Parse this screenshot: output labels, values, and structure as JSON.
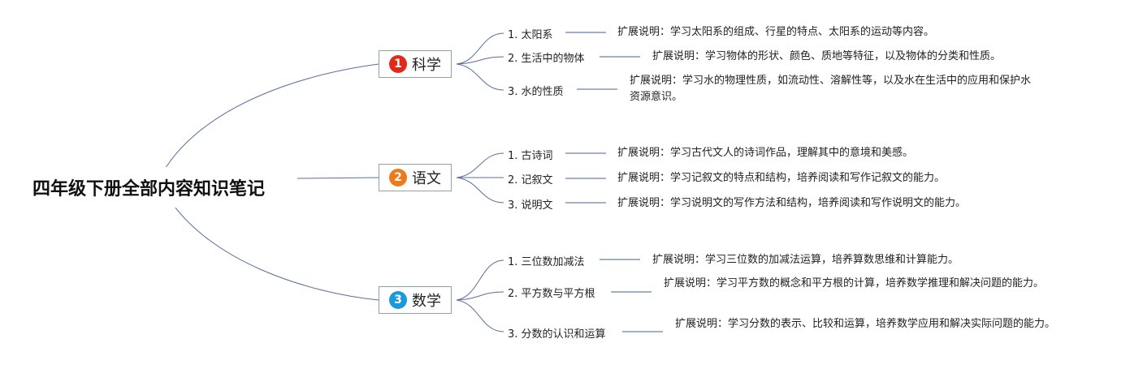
{
  "colors": {
    "line": "#5a6da0",
    "connector": "#6b7fb5",
    "border": "#8fa3a1"
  },
  "root": {
    "title": "四年级下册全部内容知识笔记"
  },
  "branches": [
    {
      "num": "1",
      "label": "科学",
      "color": "#e02a1a",
      "leaves": [
        {
          "label": "1. 太阳系",
          "desc": "扩展说明：学习太阳系的组成、行星的特点、太阳系的运动等内容。"
        },
        {
          "label": "2. 生活中的物体",
          "desc": "扩展说明：学习物体的形状、颜色、质地等特征，以及物体的分类和性质。"
        },
        {
          "label": "3. 水的性质",
          "desc": "扩展说明：学习水的物理性质，如流动性、溶解性等，以及水在生活中的应用和保护水资源意识。"
        }
      ]
    },
    {
      "num": "2",
      "label": "语文",
      "color": "#ee7a1c",
      "leaves": [
        {
          "label": "1. 古诗词",
          "desc": "扩展说明：学习古代文人的诗词作品，理解其中的意境和美感。"
        },
        {
          "label": "2. 记叙文",
          "desc": "扩展说明：学习记叙文的特点和结构，培养阅读和写作记叙文的能力。"
        },
        {
          "label": "3. 说明文",
          "desc": "扩展说明：学习说明文的写作方法和结构，培养阅读和写作说明文的能力。"
        }
      ]
    },
    {
      "num": "3",
      "label": "数学",
      "color": "#1a9ad9",
      "leaves": [
        {
          "label": "1. 三位数加减法",
          "desc": "扩展说明：学习三位数的加减法运算，培养算数思维和计算能力。"
        },
        {
          "label": "2. 平方数与平方根",
          "desc": "扩展说明：学习平方数的概念和平方根的计算，培养数学推理和解决问题的能力。"
        },
        {
          "label": "3. 分数的认识和运算",
          "desc": "扩展说明：学习分数的表示、比较和运算，培养数学应用和解决实际问题的能力。"
        }
      ]
    }
  ]
}
